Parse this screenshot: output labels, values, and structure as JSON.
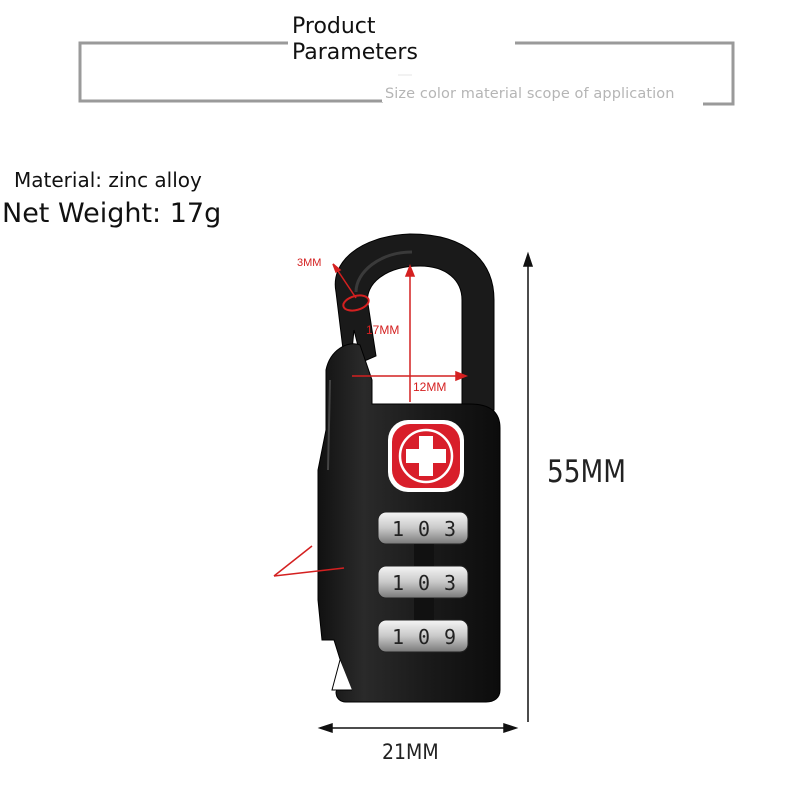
{
  "header": {
    "title": "Product Parameters",
    "subtitle": "Size color material scope of application"
  },
  "specs": {
    "material": "Material: zinc alloy",
    "net_weight": "Net Weight: 17g"
  },
  "dimensions": {
    "height": "55MM",
    "width": "21MM",
    "shackle_thickness": "3MM",
    "shackle_height": "17MM",
    "shackle_width": "12MM"
  },
  "dials": {
    "row1": [
      "1",
      "0",
      "3"
    ],
    "row2": [
      "1",
      "0",
      "3"
    ],
    "row3": [
      "1",
      "0",
      "9"
    ]
  },
  "colors": {
    "lock_body": "#1c1c1c",
    "emblem_red": "#d81e2a",
    "dimension_red": "#d42020",
    "frame_gray": "#9a9a9a"
  }
}
